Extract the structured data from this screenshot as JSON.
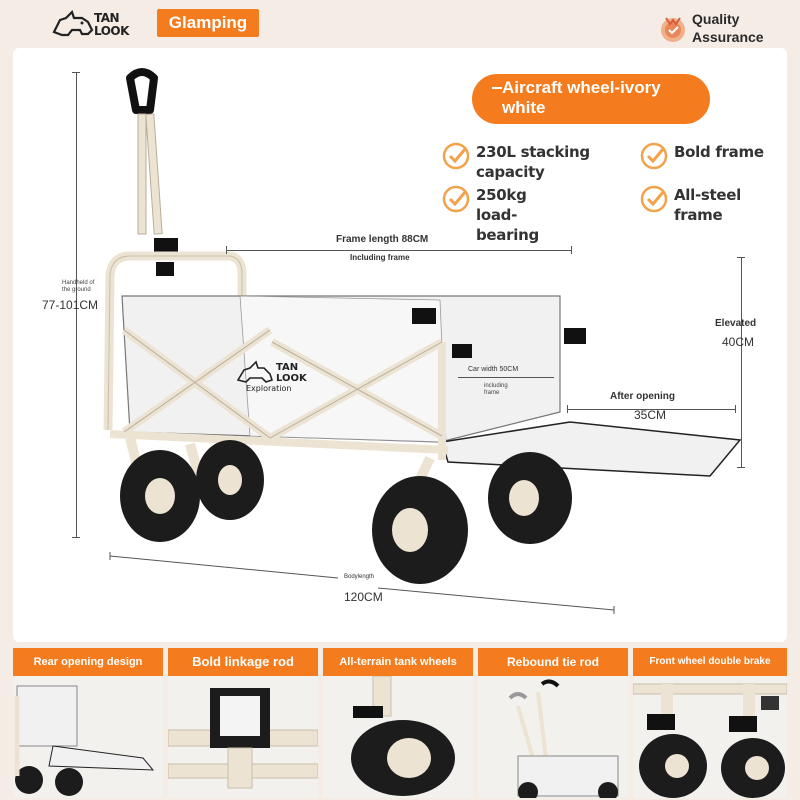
{
  "header": {
    "brand_line1": "TAN",
    "brand_line2": "LOOK",
    "tag": "Glamping",
    "quality_line1": "Quality",
    "quality_line2": "Assurance"
  },
  "headline": {
    "line1": "Aircraft wheel-ivory",
    "line2": "white"
  },
  "features": [
    {
      "text": "230L stacking capacity",
      "icon": "check-circle-icon"
    },
    {
      "text": "Bold frame",
      "icon": "check-circle-icon"
    },
    {
      "text": "250kg load-bearing",
      "icon": "check-circle-icon"
    },
    {
      "text": "All-steel frame",
      "icon": "check-circle-icon"
    }
  ],
  "dimensions": {
    "handle_label": "Handheld of the ground",
    "handle_value": "77-101CM",
    "frame_length": "Frame length 88CM",
    "including_frame": "Including frame",
    "car_width": "Car width 50CM",
    "car_width_sub": "including frame",
    "elevated_label": "Elevated",
    "elevated_value": "40CM",
    "after_opening_label": "After opening",
    "after_opening_value": "35CM",
    "body_length_label": "Bodylength",
    "body_length_value": "120CM"
  },
  "cart_logo": {
    "line1": "TAN",
    "line2": "LOOK",
    "line3": "Exploration"
  },
  "panels": [
    {
      "title": "Rear opening design"
    },
    {
      "title": "Bold linkage rod"
    },
    {
      "title": "All-terrain tank wheels"
    },
    {
      "title": "Rebound tie rod"
    },
    {
      "title": "Front wheel double brake"
    }
  ],
  "colors": {
    "accent": "#f47c1e",
    "frame": "#ece3d3",
    "fabric": "#f1f1f1",
    "tire": "#1c1c1c"
  }
}
